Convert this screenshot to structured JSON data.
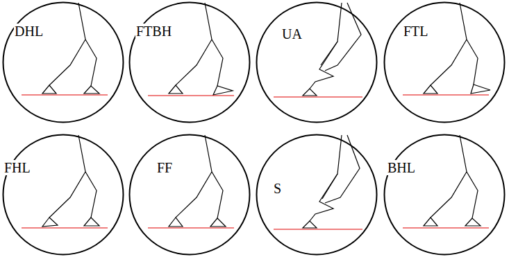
{
  "diagram": {
    "nodes": [
      {
        "text": [
          "DHL"
        ]
      },
      {
        "text": [
          "FTBH"
        ]
      },
      {
        "text": [
          "UA"
        ]
      },
      {
        "text": [
          "FTL"
        ]
      },
      {
        "text": [
          "FHL"
        ]
      },
      {
        "text": [
          "FF"
        ]
      },
      {
        "text": [
          "S"
        ]
      },
      {
        "text": [
          "BHL"
        ]
      }
    ]
  }
}
